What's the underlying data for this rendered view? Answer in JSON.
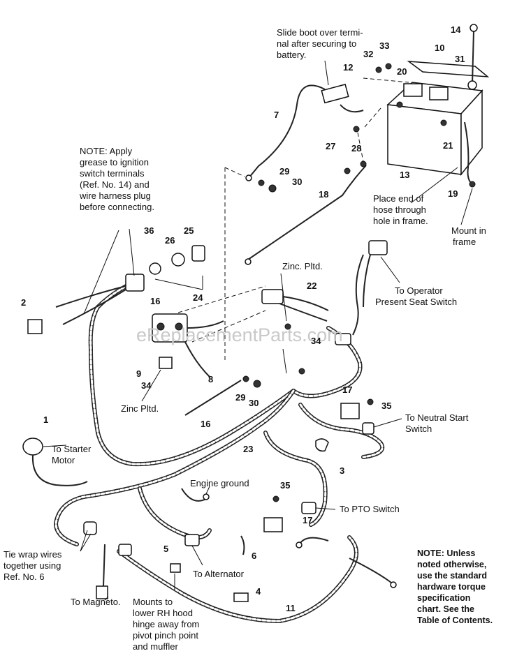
{
  "watermark": "eReplacementParts.com",
  "notes": {
    "slide_boot": [
      "Slide boot over termi-",
      "nal after securing to",
      "battery."
    ],
    "grease": [
      "NOTE: Apply",
      "grease to ignition",
      "switch terminals",
      "(Ref. No. 14) and",
      "wire harness plug",
      "before connecting."
    ],
    "hose": [
      "Place end of",
      "hose through",
      "hole in frame."
    ],
    "mount_in_frame": [
      "Mount in",
      "frame"
    ],
    "zinc_top": "Zinc. Pltd.",
    "zinc_left": "Zinc Pltd.",
    "operator_seat": [
      "To Operator",
      "Present Seat Switch"
    ],
    "neutral_start": [
      "To Neutral Start",
      "Switch"
    ],
    "starter_motor": [
      "To Starter",
      "Motor"
    ],
    "engine_ground": "Engine ground",
    "pto_switch": "To PTO Switch",
    "tie_wrap": [
      "Tie wrap wires",
      "together using",
      "Ref. No. 6"
    ],
    "alternator": "To Alternator",
    "magneto": "To Magneto.",
    "mounts": [
      "Mounts to",
      "lower RH hood",
      "hinge away from",
      "pivot pinch point",
      "and muffler"
    ],
    "torque": [
      "NOTE: Unless",
      "noted otherwise,",
      "use the standard",
      "hardware torque",
      "specification",
      "chart. See the",
      "Table of Contents."
    ]
  },
  "callouts": {
    "c1": "1",
    "c2": "2",
    "c3": "3",
    "c4": "4",
    "c5": "5",
    "c6": "6",
    "c7": "7",
    "c8": "8",
    "c9": "9",
    "c10": "10",
    "c11": "11",
    "c12": "12",
    "c13": "13",
    "c14": "14",
    "c16a": "16",
    "c16b": "16",
    "c17a": "17",
    "c17b": "17",
    "c18": "18",
    "c19": "19",
    "c20": "20",
    "c21": "21",
    "c22": "22",
    "c23": "23",
    "c24": "24",
    "c25": "25",
    "c26": "26",
    "c27": "27",
    "c28": "28",
    "c29a": "29",
    "c29b": "29",
    "c30a": "30",
    "c30b": "30",
    "c31": "31",
    "c32": "32",
    "c33": "33",
    "c34a": "34",
    "c34b": "34",
    "c35a": "35",
    "c35b": "35",
    "c36": "36"
  }
}
